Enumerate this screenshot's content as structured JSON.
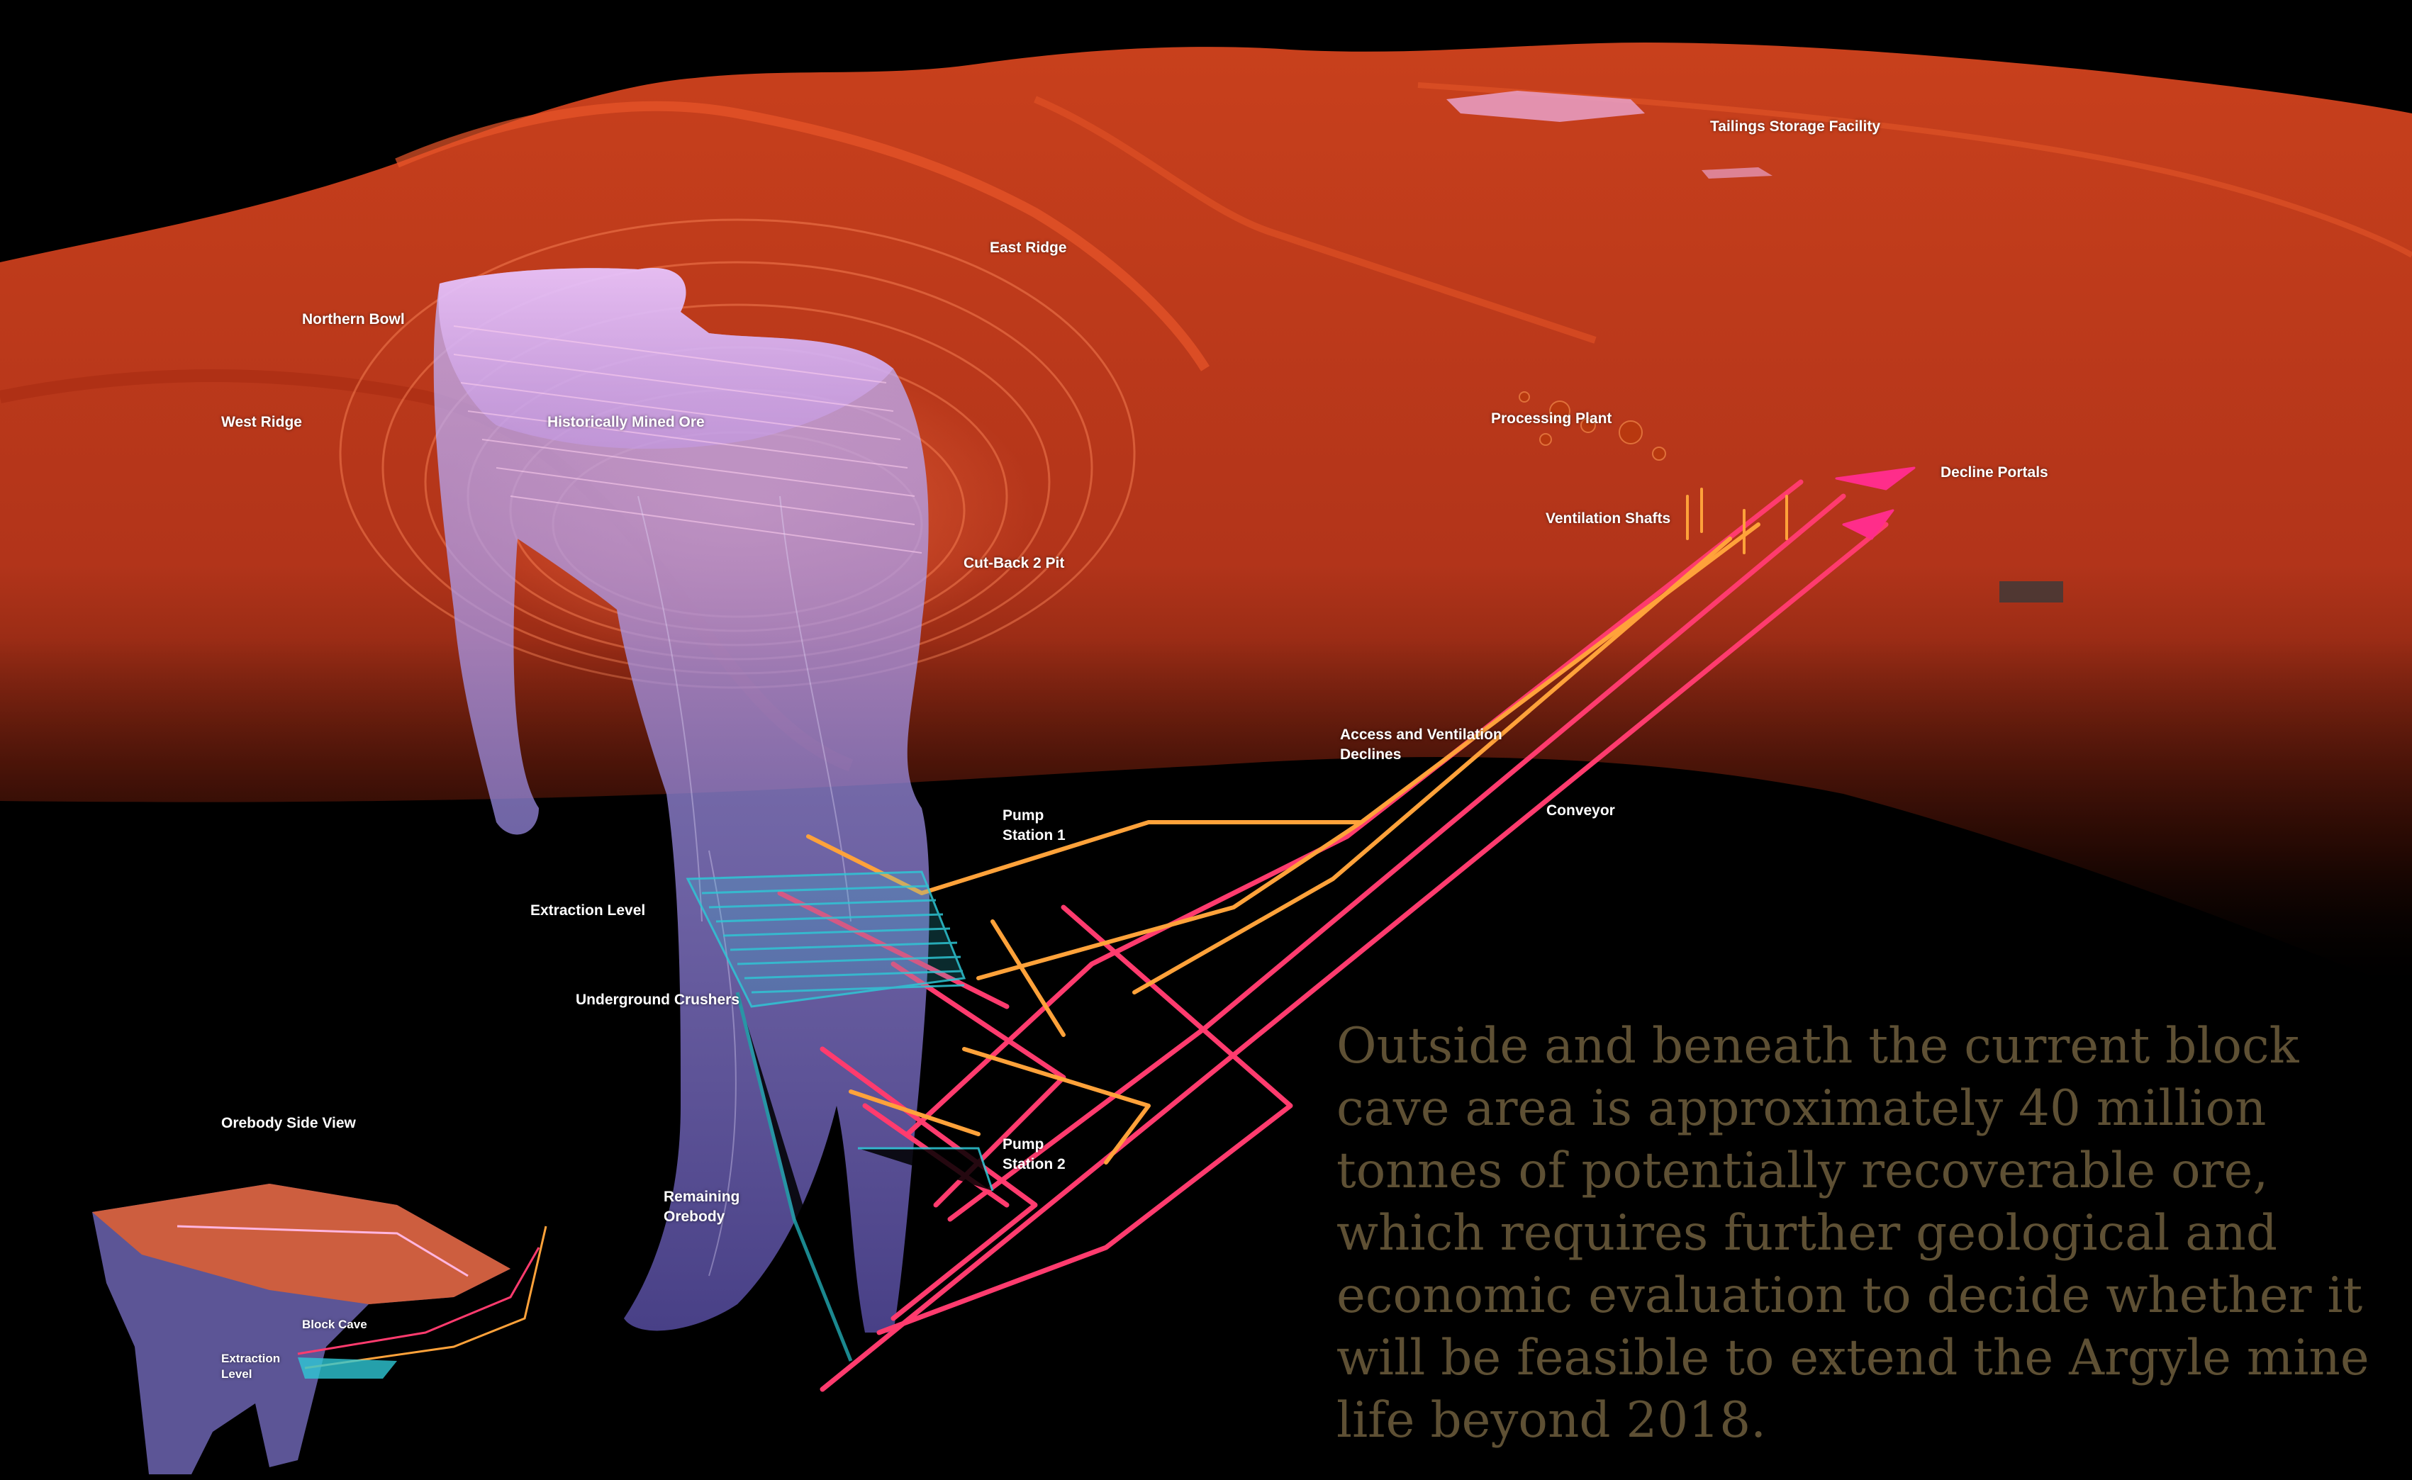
{
  "labels": {
    "tailings": "Tailings Storage Facility",
    "east_ridge": "East Ridge",
    "northern_bowl": "Northern Bowl",
    "west_ridge": "West Ridge",
    "historically_mined": "Historically Mined Ore",
    "processing_plant": "Processing Plant",
    "decline_portals": "Decline Portals",
    "ventilation_shafts": "Ventilation Shafts",
    "cut_back_2_pit": "Cut-Back 2 Pit",
    "access_declines_1": "Access and Ventilation",
    "access_declines_2": "Declines",
    "conveyor": "Conveyor",
    "pump_station_1_a": "Pump",
    "pump_station_1_b": "Station 1",
    "extraction_level": "Extraction Level",
    "underground_crushers": "Underground Crushers",
    "pump_station_2_a": "Pump",
    "pump_station_2_b": "Station 2",
    "remaining_orebody_a": "Remaining",
    "remaining_orebody_b": "Orebody",
    "orebody_side_view": "Orebody Side View",
    "block_cave": "Block Cave",
    "inset_extraction_a": "Extraction",
    "inset_extraction_b": "Level"
  },
  "caption": "Outside and beneath the current block cave area is approximately 40 million tonnes of potentially recoverable ore, which requires further geological and economic evaluation to decide whether it will be feasible to extend the Argyle mine life beyond 2018.",
  "colors": {
    "terrain": "#d2441c",
    "orebody": "#9d8fe0",
    "tunnels": "#ff3b6e",
    "tunnel_secondary": "#ffa23a",
    "extraction_level": "#2ec8d6",
    "portals": "#ff2d8a",
    "caption_text": "#5e5034"
  }
}
